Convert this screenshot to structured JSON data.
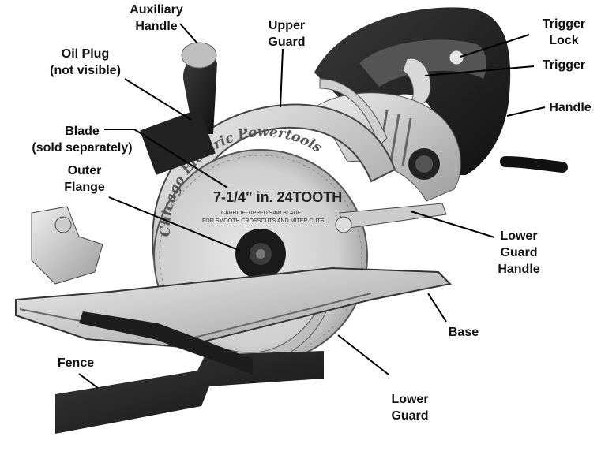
{
  "labels": {
    "auxiliary_handle": [
      "Auxiliary",
      "Handle"
    ],
    "upper_guard": [
      "Upper",
      "Guard"
    ],
    "trigger_lock": [
      "Trigger",
      "Lock"
    ],
    "trigger": "Trigger",
    "handle": "Handle",
    "oil_plug": [
      "Oil Plug",
      "(not visible)"
    ],
    "blade": [
      "Blade",
      "(sold separately)"
    ],
    "outer_flange": [
      "Outer",
      "Flange"
    ],
    "lower_guard_handle": [
      "Lower",
      "Guard",
      "Handle"
    ],
    "base": "Base",
    "fence": "Fence",
    "lower_guard": [
      "Lower",
      "Guard"
    ]
  },
  "blade_print": {
    "brand": "Chicago Electric Powertools",
    "size": "7-1/4\" in. 24TOOTH",
    "line1": "CARBIDE-TIPPED SAW BLADE",
    "line2": "FOR SMOOTH CROSSCUTS AND MITER CUTS"
  }
}
